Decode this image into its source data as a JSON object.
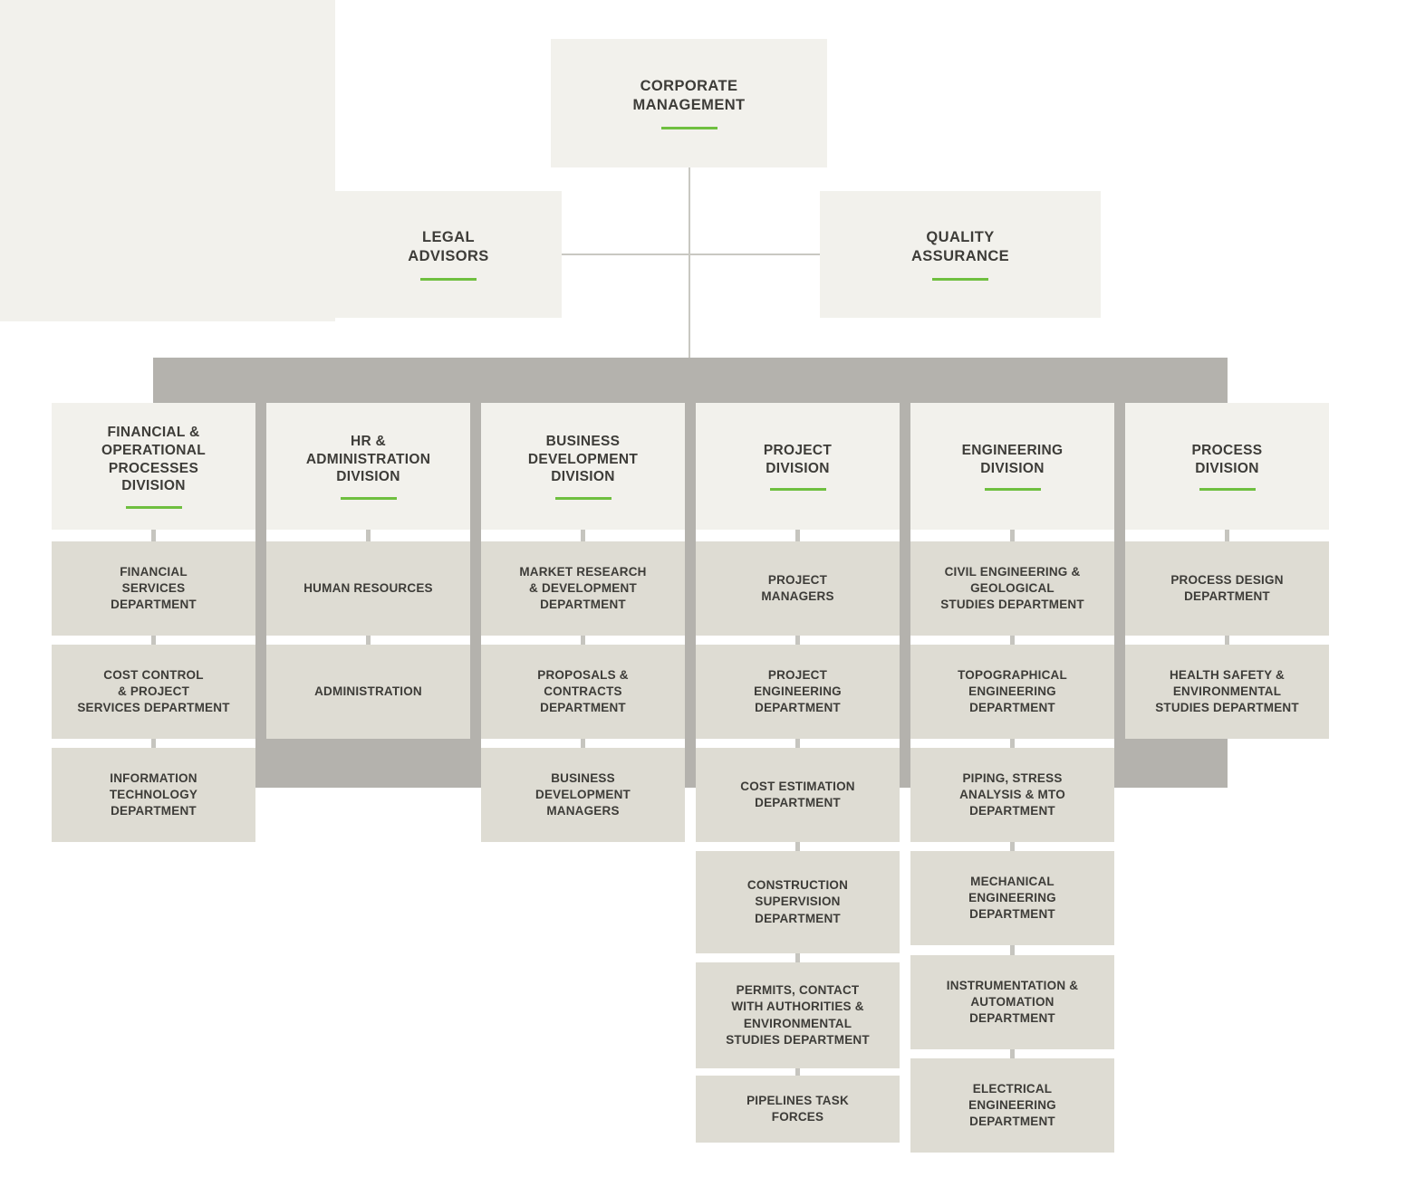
{
  "palette": {
    "page_bg": "#ffffff",
    "light_box": "#f2f1ec",
    "dept_box": "#dedcd3",
    "band_gray": "#b4b2ad",
    "connector": "#c9c8c2",
    "text": "#3d3c38",
    "accent_green": "#6fbf3f"
  },
  "root": {
    "label": "CORPORATE\nMANAGEMENT"
  },
  "staff": [
    {
      "label": "LEGAL\nADVISORS"
    },
    {
      "label": "QUALITY\nASSURANCE"
    }
  ],
  "divisions": [
    {
      "label": "FINANCIAL &\nOPERATIONAL\nPROCESSES\nDIVISION",
      "departments": [
        "FINANCIAL\nSERVICES\nDEPARTMENT",
        "COST CONTROL\n& PROJECT\nSERVICES DEPARTMENT",
        "INFORMATION\nTECHNOLOGY\nDEPARTMENT"
      ]
    },
    {
      "label": "HR &\nADMINISTRATION\nDIVISION",
      "departments": [
        "HUMAN RESOURCES",
        "ADMINISTRATION"
      ]
    },
    {
      "label": "BUSINESS\nDEVELOPMENT\nDIVISION",
      "departments": [
        "MARKET RESEARCH\n& DEVELOPMENT\nDEPARTMENT",
        "PROPOSALS &\nCONTRACTS\nDEPARTMENT",
        "BUSINESS\nDEVELOPMENT\nMANAGERS"
      ]
    },
    {
      "label": "PROJECT\nDIVISION",
      "departments": [
        "PROJECT\nMANAGERS",
        "PROJECT\nENGINEERING\nDEPARTMENT",
        "COST ESTIMATION\nDEPARTMENT",
        "CONSTRUCTION\nSUPERVISION\nDEPARTMENT",
        "PERMITS, CONTACT\nWITH AUTHORITIES &\nENVIRONMENTAL\nSTUDIES DEPARTMENT",
        "PIPELINES TASK\nFORCES"
      ]
    },
    {
      "label": "ENGINEERING\nDIVISION",
      "departments": [
        "CIVIL ENGINEERING &\nGEOLOGICAL\nSTUDIES DEPARTMENT",
        "TOPOGRAPHICAL\nENGINEERING\nDEPARTMENT",
        "PIPING, STRESS\nANALYSIS & MTO\nDEPARTMENT",
        "MECHANICAL\nENGINEERING\nDEPARTMENT",
        "INSTRUMENTATION &\nAUTOMATION\nDEPARTMENT",
        "ELECTRICAL\nENGINEERING\nDEPARTMENT"
      ]
    },
    {
      "label": "PROCESS\nDIVISION",
      "departments": [
        "PROCESS DESIGN\nDEPARTMENT",
        "HEALTH SAFETY &\nENVIRONMENTAL\nSTUDIES DEPARTMENT"
      ]
    }
  ]
}
